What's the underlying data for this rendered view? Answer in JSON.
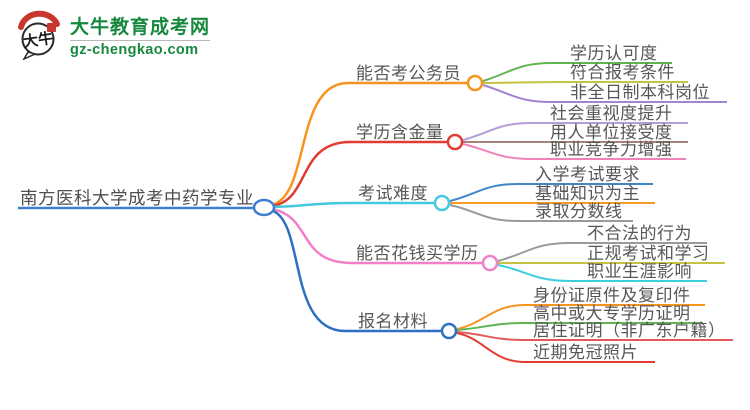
{
  "logo": {
    "icon_text": "大牛",
    "title": "大牛教育成考网",
    "domain": "gz-chengkao.com",
    "brand_green": "#16883e",
    "brand_red": "#c8372d"
  },
  "colors": {
    "text": "#575757",
    "background": "#ffffff"
  },
  "root": {
    "label": "南方医科大学成考中药学专业",
    "color": "#3f7fd0"
  },
  "branches": [
    {
      "label": "能否考公务员",
      "color": "#f7941e",
      "children": [
        {
          "label": "学历认可度",
          "color": "#62b453"
        },
        {
          "label": "符合报考条件",
          "color": "#c6c242"
        },
        {
          "label": "非全日制本科岗位",
          "color": "#a284cf"
        }
      ]
    },
    {
      "label": "学历含金量",
      "color": "#e03c31",
      "children": [
        {
          "label": "社会重视度提升",
          "color": "#b49ddb"
        },
        {
          "label": "用人单位接受度",
          "color": "#a8837a"
        },
        {
          "label": "职业竞争力增强",
          "color": "#ef83b9"
        }
      ]
    },
    {
      "label": "考试难度",
      "color": "#45c8e0",
      "children": [
        {
          "label": "入学考试要求",
          "color": "#3f87c9"
        },
        {
          "label": "基础知识为主",
          "color": "#f59a23"
        },
        {
          "label": "录取分数线",
          "color": "#9a9a9a"
        }
      ]
    },
    {
      "label": "能否花钱买学历",
      "color": "#f080c8",
      "children": [
        {
          "label": "不合法的行为",
          "color": "#9a9a9a"
        },
        {
          "label": "正规考试和学习",
          "color": "#c6c242"
        },
        {
          "label": "职业生涯影响",
          "color": "#3ecfdd"
        }
      ]
    },
    {
      "label": "报名材料",
      "color": "#2d6fc2",
      "children": [
        {
          "label": "身份证原件及复印件",
          "color": "#f7941e"
        },
        {
          "label": "高中或大专学历证明",
          "color": "#62b453"
        },
        {
          "label": "居住证明（非广东户籍）",
          "color": "#e4595c"
        },
        {
          "label": "近期免冠照片",
          "color": "#e03c31"
        }
      ]
    }
  ]
}
